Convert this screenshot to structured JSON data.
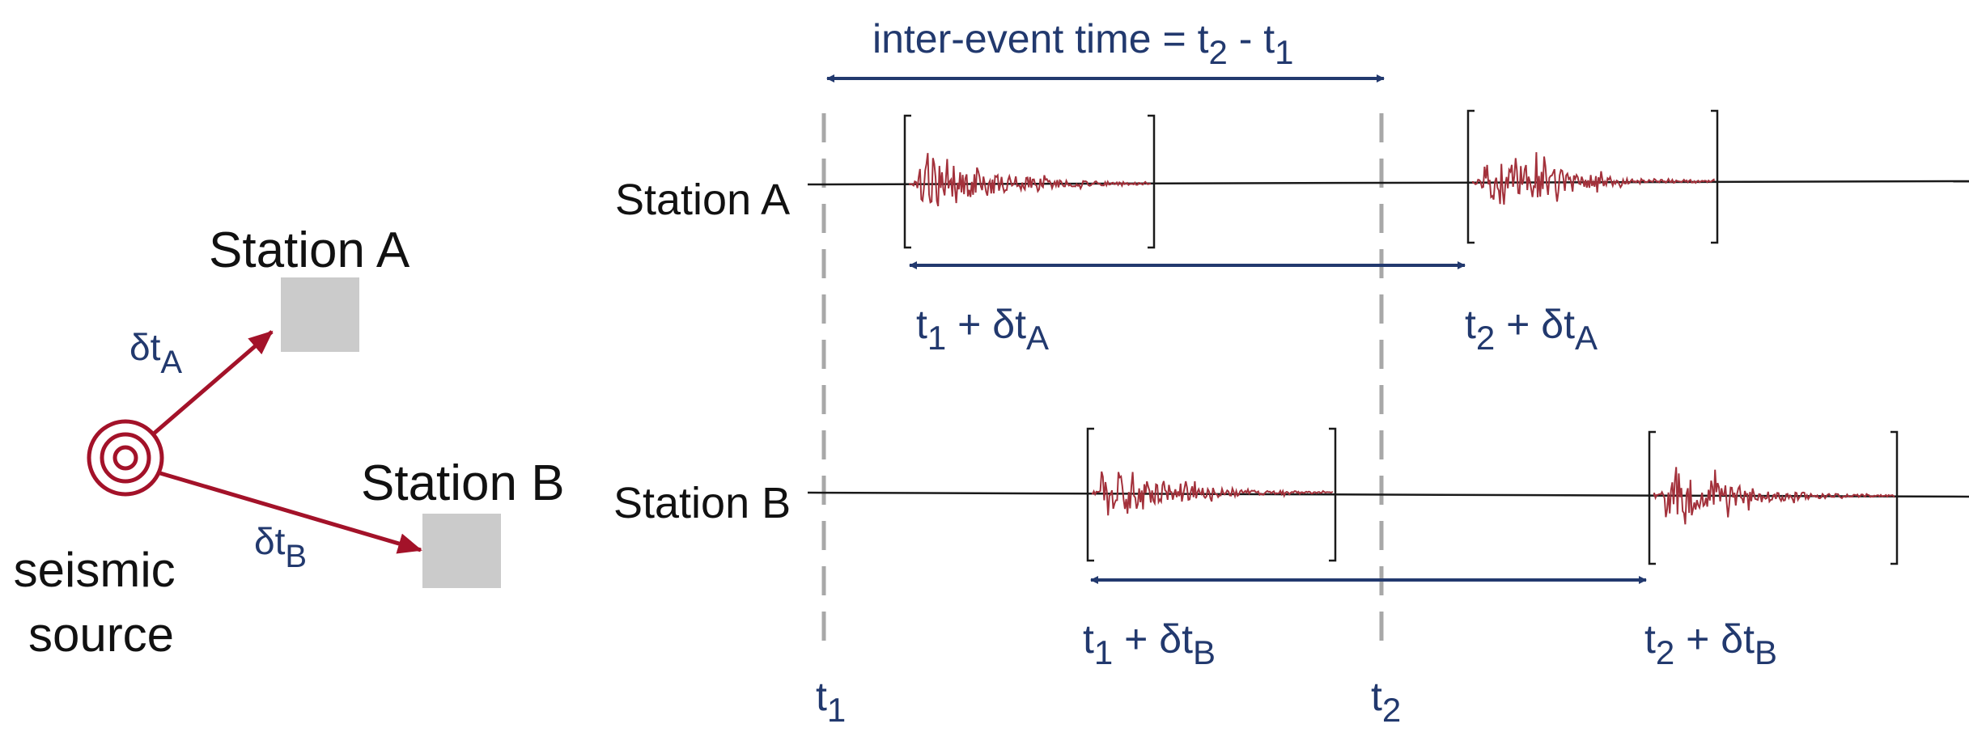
{
  "source": {
    "label_line1": "seismic",
    "label_line2": "source"
  },
  "station_a": {
    "map_label": "Station A",
    "trace_label": "Station A",
    "delay": {
      "base": "δt",
      "sub": "A"
    }
  },
  "station_b": {
    "map_label": "Station B",
    "trace_label": "Station B",
    "delay": {
      "base": "δt",
      "sub": "B"
    }
  },
  "inter_event": {
    "text": "inter-event time = t",
    "sub1": "2",
    "minus": " - t",
    "sub2": "1"
  },
  "arrivals": {
    "a1": {
      "t": "t",
      "tsub": "1",
      "plus": " + δt",
      "sub": "A"
    },
    "a2": {
      "t": "t",
      "tsub": "2",
      "plus": " + δt",
      "sub": "A"
    },
    "b1": {
      "t": "t",
      "tsub": "1",
      "plus": " + δt",
      "sub": "B"
    },
    "b2": {
      "t": "t",
      "tsub": "2",
      "plus": " + δt",
      "sub": "B"
    }
  },
  "time_markers": {
    "t1": {
      "base": "t",
      "sub": "1"
    },
    "t2": {
      "base": "t",
      "sub": "2"
    }
  },
  "colors": {
    "wave": "#a3313b",
    "source": "#a31229",
    "blue": "#22396e",
    "station_box": "#cbcbcb",
    "dashed": "#a8a8a8",
    "trace": "#1a1a1a"
  }
}
